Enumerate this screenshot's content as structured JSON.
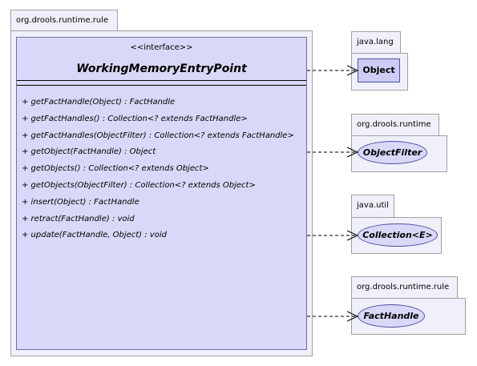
{
  "main_package": {
    "name": "org.drools.runtime.rule",
    "interface": {
      "stereotype": "<<interface>>",
      "name": "WorkingMemoryEntryPoint",
      "methods": [
        "+ getFactHandle(Object) : FactHandle",
        "+ getFactHandles() : Collection<? extends FactHandle>",
        "+ getFactHandles(ObjectFilter) : Collection<? extends FactHandle>",
        "+ getObject(FactHandle) : Object",
        "+ getObjects() : Collection<? extends Object>",
        "+ getObjects(ObjectFilter) : Collection<? extends Object>",
        "+ insert(Object) : FactHandle",
        "+ retract(FactHandle) : void",
        "+ update(FactHandle, Object) : void"
      ]
    }
  },
  "dependencies": [
    {
      "package": "java.lang",
      "type": "Object",
      "kind": "class"
    },
    {
      "package": "org.drools.runtime",
      "type": "ObjectFilter",
      "kind": "interface"
    },
    {
      "package": "java.util",
      "type": "Collection<E>",
      "kind": "interface"
    },
    {
      "package": "org.drools.runtime.rule",
      "type": "FactHandle",
      "kind": "interface"
    }
  ],
  "colors": {
    "package_fill": "#f0f0fa",
    "package_border": "#a0a0a0",
    "interface_fill": "#d8d8f8",
    "class_fill": "#ccccf4",
    "arrow": "#000000"
  }
}
